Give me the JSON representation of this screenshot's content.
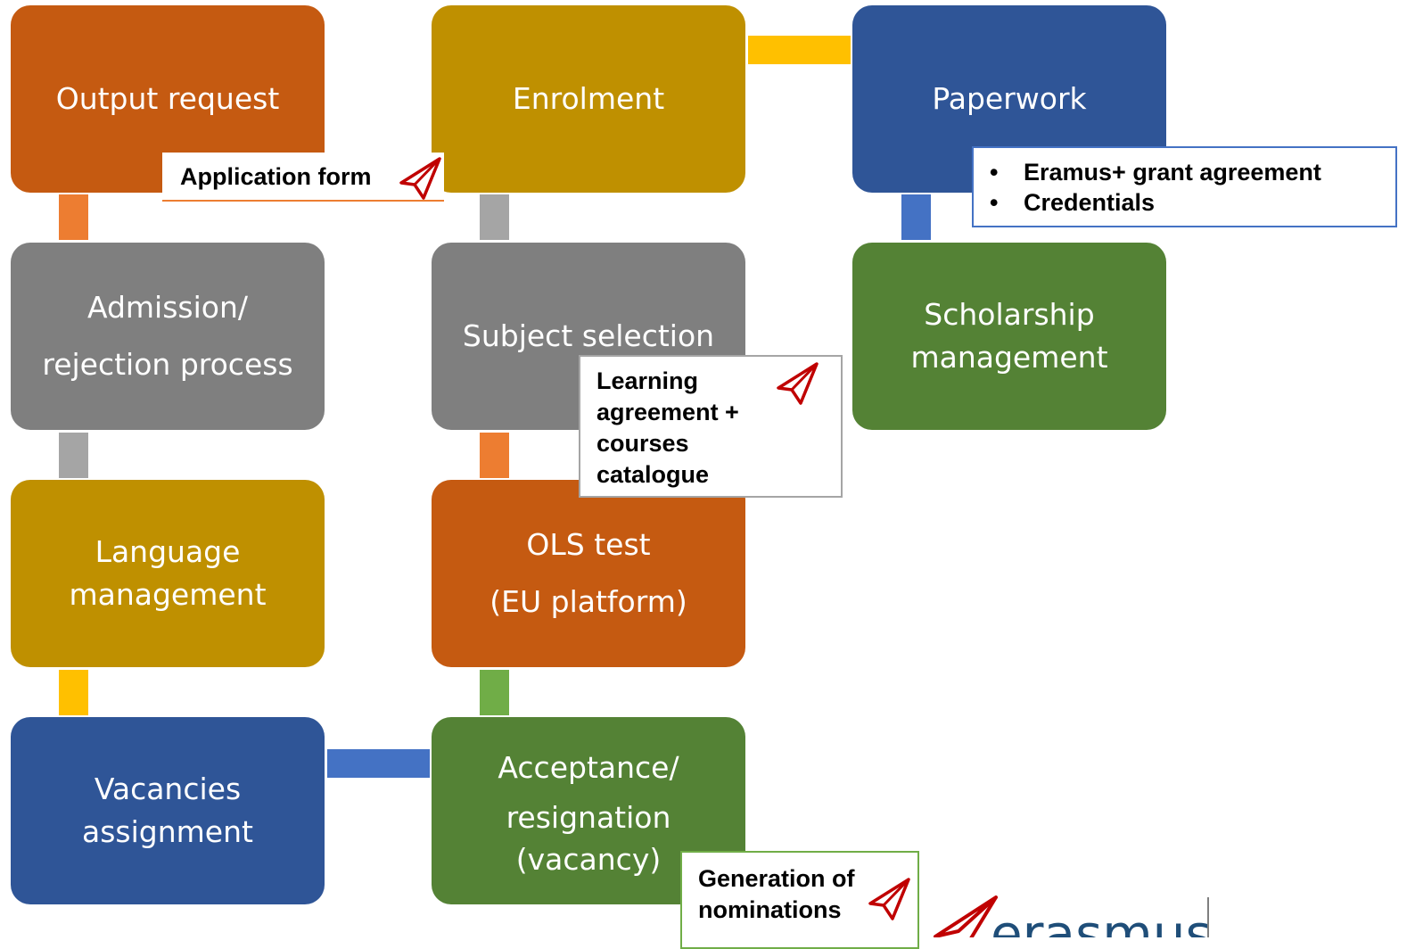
{
  "colors": {
    "orange": "#C55A11",
    "gold": "#BF9000",
    "blue": "#2F5597",
    "gray": "#7F7F7F",
    "green": "#548235",
    "connector_orange": "#ED7D31",
    "connector_gray": "#A5A5A5",
    "connector_yellow": "#FFC000",
    "connector_blue": "#4472C4",
    "connector_green": "#70AD47",
    "plane_red": "#C00000"
  },
  "boxes": {
    "output_request": [
      "Output request"
    ],
    "admission": [
      "Admission/",
      "rejection process"
    ],
    "language": [
      "Language",
      "management"
    ],
    "vacancies": [
      "Vacancies",
      "assignment"
    ],
    "enrolment": [
      "Enrolment"
    ],
    "subject_selection": [
      "Subject selection"
    ],
    "ols_test": [
      "OLS test",
      "(EU platform)"
    ],
    "acceptance": [
      "Acceptance/",
      "resignation",
      "(vacancy)"
    ],
    "paperwork": [
      "Paperwork"
    ],
    "scholarship": [
      "Scholarship",
      "management"
    ]
  },
  "callouts": {
    "application_form": "Application form",
    "paperwork_items": [
      "Eramus+ grant agreement",
      "Credentials"
    ],
    "learning_agreement": [
      "Learning",
      "agreement +",
      "courses",
      "catalogue"
    ],
    "nominations": [
      "Generation of",
      "nominations"
    ]
  },
  "icons": {
    "plane": "paper-plane-icon",
    "logo": "erasmus-logo"
  },
  "logo_text": "erasmus"
}
